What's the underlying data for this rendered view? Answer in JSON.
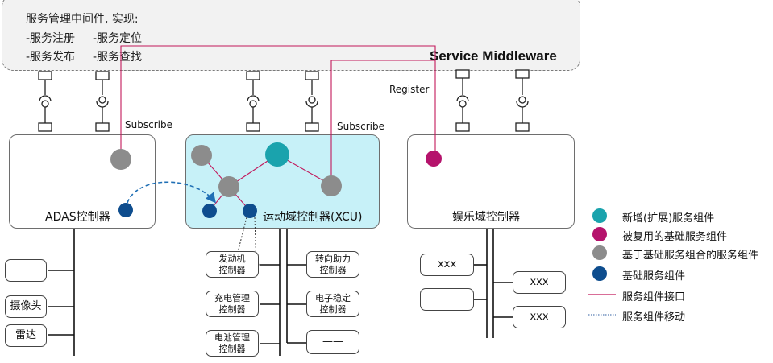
{
  "middleware": {
    "title": "服务管理中间件, 实现:",
    "items": [
      "-服务注册",
      "-服务定位",
      "-服务发布",
      "-服务查找"
    ],
    "name": "Service Middleware"
  },
  "labels": {
    "subscribe_left": "Subscribe",
    "subscribe_right": "Subscribe",
    "register": "Register"
  },
  "controllers": {
    "adas": "ADAS控制器",
    "xcu": "运动域控制器(XCU)",
    "ent": "娱乐域控制器"
  },
  "adas_devices": [
    "——",
    "摄像头",
    "雷达"
  ],
  "xcu_devices_left": [
    "发动机\n控制器",
    "充电管理\n控制器",
    "电池管理\n控制器"
  ],
  "xcu_devices_right": [
    "转向助力\n控制器",
    "电子稳定\n控制器",
    "——"
  ],
  "ent_devices": [
    "xxx",
    "——",
    "xxx",
    "xxx"
  ],
  "legend": [
    {
      "label": "新增(扩展)服务组件",
      "color": "#1aa3ad",
      "icon": "circle"
    },
    {
      "label": "被复用的基础服务组件",
      "color": "#b5136c",
      "icon": "circle"
    },
    {
      "label": "基于基础服务组合的服务组件",
      "color": "#8c8c8c",
      "icon": "circle"
    },
    {
      "label": "基础服务组件",
      "color": "#0e4d8e",
      "icon": "circle"
    },
    {
      "label": "服务组件接口",
      "color": "#c2185b",
      "icon": "solid-line"
    },
    {
      "label": "服务组件移动",
      "color": "#5a7fb5",
      "icon": "dotted-line"
    }
  ]
}
